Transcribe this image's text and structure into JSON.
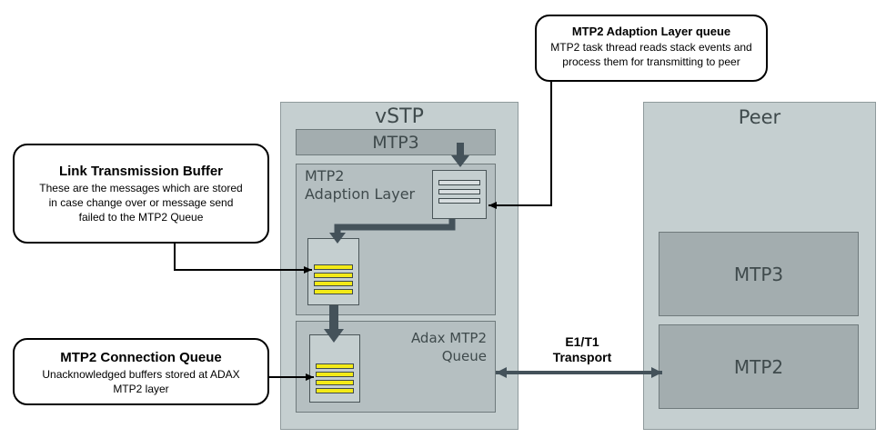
{
  "vstp": {
    "title": "vSTP",
    "mtp3": "MTP3",
    "adaption_layer": "MTP2\nAdaption Layer",
    "adax_queue": "Adax MTP2\nQueue"
  },
  "peer": {
    "title": "Peer",
    "mtp3": "MTP3",
    "mtp2": "MTP2"
  },
  "callouts": {
    "adaption_queue": {
      "title": "MTP2 Adaption Layer queue",
      "body": "MTP2 task thread reads stack events and process them for transmitting to peer"
    },
    "link_buffer": {
      "title": "Link Transmission Buffer",
      "body": "These are the messages which are stored in case change over or message send failed to the MTP2 Queue"
    },
    "connection_queue": {
      "title": "MTP2 Connection Queue",
      "body": "Unacknowledged buffers stored at ADAX MTP2 layer"
    }
  },
  "transport": {
    "label": "E1/T1\nTransport"
  },
  "colors": {
    "outer": "#c5cfd0",
    "inner": "#b5bfc1",
    "box": "#a3adaf",
    "arrow": "#44525a",
    "buffer_slot": "#f3ea17"
  }
}
